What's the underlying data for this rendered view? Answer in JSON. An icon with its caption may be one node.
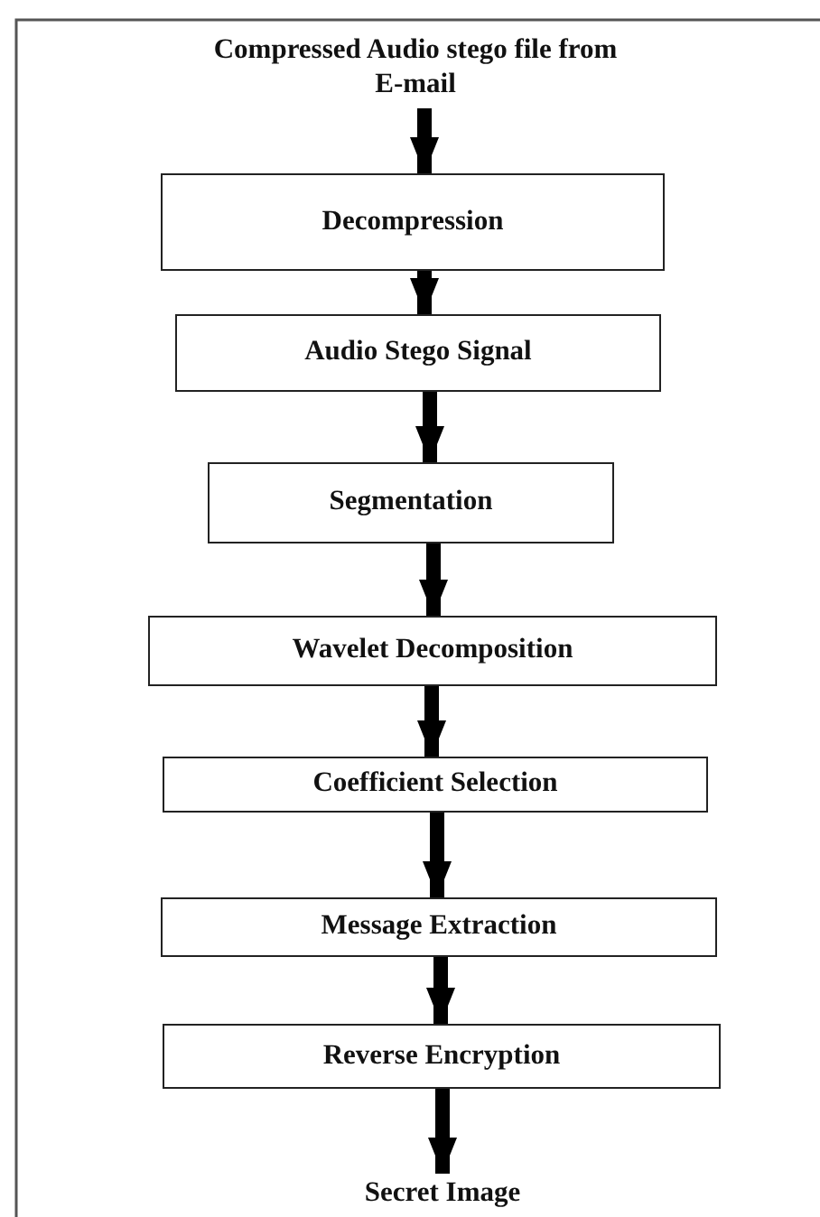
{
  "diagram": {
    "nodes": [
      {
        "text": [
          "Compressed Audio stego file from E-mail"
        ]
      },
      {
        "text": [
          "Decompression"
        ]
      },
      {
        "text": [
          "Audio Stego Signal"
        ]
      },
      {
        "text": [
          "Segmentation"
        ]
      },
      {
        "text": [
          "Wavelet Decomposition"
        ]
      },
      {
        "text": [
          "Coefficient Selection"
        ]
      },
      {
        "text": [
          "Message Extraction"
        ]
      },
      {
        "text": [
          "Reverse Encryption"
        ]
      },
      {
        "text": [
          "Secret Image"
        ]
      }
    ],
    "edges": [
      {
        "from": 0,
        "to": 1,
        "arrow": "to"
      },
      {
        "from": 1,
        "to": 2,
        "arrow": "to"
      },
      {
        "from": 2,
        "to": 3,
        "arrow": "to"
      },
      {
        "from": 3,
        "to": 4,
        "arrow": "to"
      },
      {
        "from": 4,
        "to": 5,
        "arrow": "to"
      },
      {
        "from": 5,
        "to": 6,
        "arrow": "to"
      },
      {
        "from": 6,
        "to": 7,
        "arrow": "to"
      },
      {
        "from": 7,
        "to": 8,
        "arrow": "to"
      }
    ]
  }
}
